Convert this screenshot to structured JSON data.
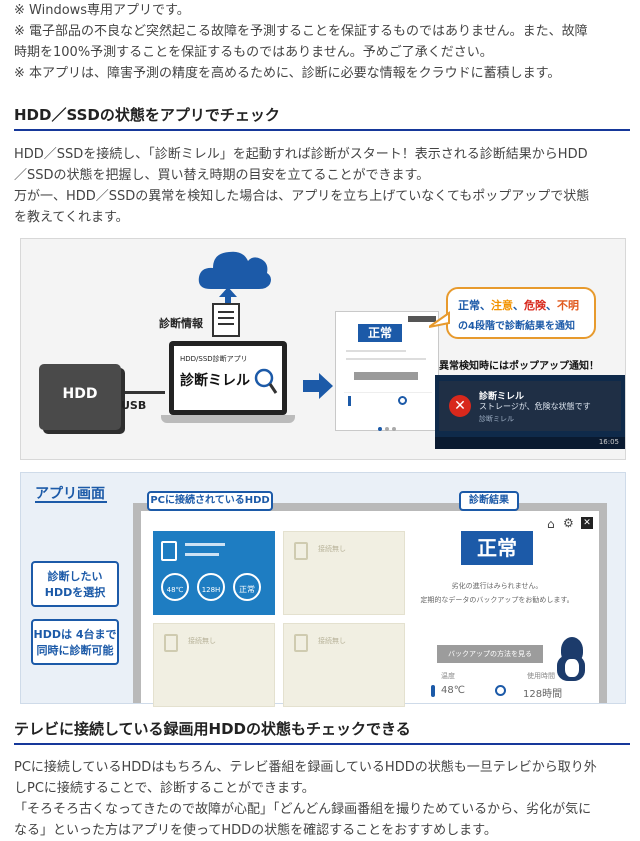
{
  "notes": [
    "※ Windows専用アプリです。",
    "※ 電子部品の不良など突然起こる故障を予測することを保証するものではありません。また、故障",
    "時期を100%予測することを保証するものではありません。予めご了承ください。",
    "※ 本アプリは、障害予測の精度を高めるために、診断に必要な情報をクラウドに蓄積します。"
  ],
  "section1": {
    "title": "HDD／SSDの状態をアプリでチェック",
    "lines": [
      "HDD／SSDを接続し、「診断ミレル」を起動すれば診断がスタート！表示される診断結果からHDD",
      "／SSDの状態を把握し、買い替え時期の目安を立てることができます。",
      "万が一、HDD／SSDの異常を検知した場合は、アプリを立ち上げていなくてもポップアップで状態",
      "を教えてくれます。"
    ]
  },
  "diagram": {
    "hdd_label": "HDD",
    "usb_label": "USB",
    "info_label": "診断情報",
    "app_subtitle": "HDD/SSD診断アプリ",
    "app_name": "診断ミレル",
    "result_normal": "正常",
    "bubble_line1": [
      "正常",
      "、",
      "注意",
      "、",
      "危険",
      "、",
      "不明"
    ],
    "bubble_line2": "の4段階で診断結果を通知",
    "popup_title": "異常検知時にはポップアップ通知！",
    "popup_app": "診断ミレル",
    "popup_msg": "ストレージが、危険な状態です",
    "popup_sub": "診断ミレル",
    "popup_time": "16:05",
    "colors": {
      "normal": "#1c5aa8",
      "caution": "#f29300",
      "danger": "#d8281c",
      "unknown": "#e15a1e"
    }
  },
  "app_screen": {
    "label": "アプリ画面",
    "callout_connected": "PCに接続されているHDD",
    "callout_result": "診断結果",
    "callout_select": [
      "診断したい",
      "HDDを選択"
    ],
    "callout_four": [
      "HDDは 4台まで",
      "同時に診断可能"
    ],
    "tile_temp": "48℃",
    "tile_hours": "128H",
    "tile_status": "正常",
    "not_connected": "接続無し",
    "result_text": "正常",
    "msg1": "劣化の進行はみられません。",
    "msg2": "定期的なデータのバックアップをお勧めします。",
    "backup_button": "バックアップの方法を見る",
    "temp_label": "温度",
    "temp_value": "48℃",
    "hours_label": "使用時間",
    "hours_value": "128時間"
  },
  "section2": {
    "title": "テレビに接続している録画用HDDの状態もチェックできる",
    "lines": [
      "PCに接続しているHDDはもちろん、テレビ番組を録画しているHDDの状態も一旦テレビから取り外",
      "しPCに接続することで、診断することができます。",
      "「そろそろ古くなってきたので故障が心配」「どんどん録画番組を撮りためているから、劣化が気に",
      "なる」といった方はアプリを使ってHDDの状態を確認することをおすすめします。"
    ]
  }
}
